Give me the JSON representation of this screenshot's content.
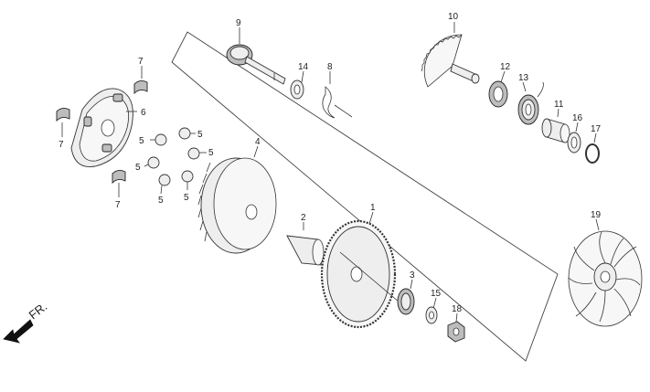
{
  "diagram": {
    "direction_label": "FR.",
    "callouts": [
      {
        "id": "c1",
        "text": "1"
      },
      {
        "id": "c2",
        "text": "2"
      },
      {
        "id": "c3",
        "text": "3"
      },
      {
        "id": "c4",
        "text": "4"
      },
      {
        "id": "c5a",
        "text": "5"
      },
      {
        "id": "c5b",
        "text": "5"
      },
      {
        "id": "c5c",
        "text": "5"
      },
      {
        "id": "c5d",
        "text": "5"
      },
      {
        "id": "c5e",
        "text": "5"
      },
      {
        "id": "c6",
        "text": "6"
      },
      {
        "id": "c7a",
        "text": "7"
      },
      {
        "id": "c7b",
        "text": "7"
      },
      {
        "id": "c7c",
        "text": "7"
      },
      {
        "id": "c8",
        "text": "8"
      },
      {
        "id": "c9",
        "text": "9"
      },
      {
        "id": "c10",
        "text": "10"
      },
      {
        "id": "c11",
        "text": "11"
      },
      {
        "id": "c12",
        "text": "12"
      },
      {
        "id": "c13",
        "text": "13"
      },
      {
        "id": "c14",
        "text": "14"
      },
      {
        "id": "c15",
        "text": "15"
      },
      {
        "id": "c16",
        "text": "16"
      },
      {
        "id": "c17",
        "text": "17"
      },
      {
        "id": "c18",
        "text": "18"
      },
      {
        "id": "c19",
        "text": "19"
      }
    ]
  }
}
